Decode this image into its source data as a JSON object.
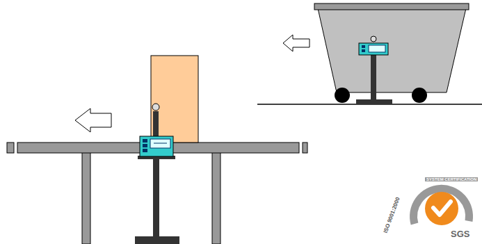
{
  "diagram": {
    "labels": [
      "SYSTEM CERTIFICATION",
      "ISO 9001:2000",
      "SGS"
    ]
  }
}
